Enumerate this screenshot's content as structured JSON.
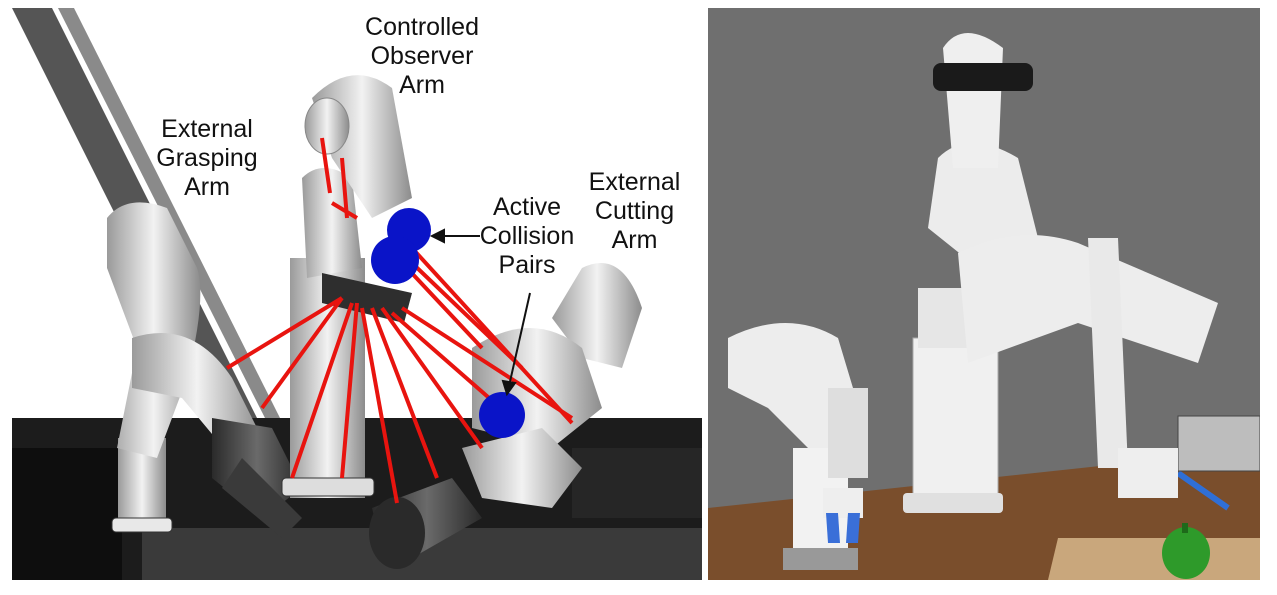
{
  "labels": {
    "observer": "Controlled\nObserver\nArm",
    "grasping": "External\nGrasping\nArm",
    "cutting": "External\nCutting\nArm",
    "collision": "Active\nCollision\nPairs"
  },
  "colors": {
    "collision_sphere": "#0a14c8",
    "collision_line": "#e8140f",
    "photo_wall": "#6f6f6f",
    "table_wood": "#7a4e2c",
    "pepper": "#2e9a2a"
  }
}
